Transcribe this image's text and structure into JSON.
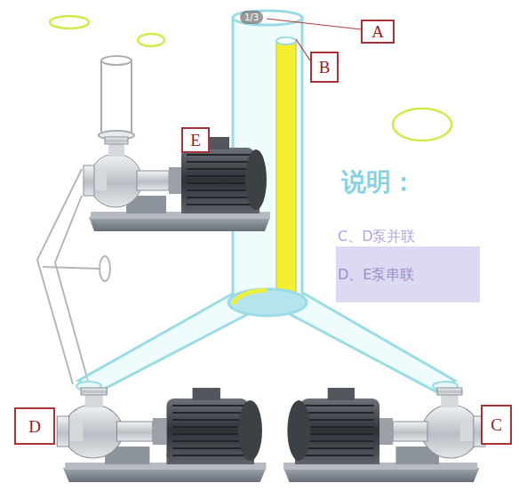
{
  "diagram": {
    "nodes": [
      {
        "text": [
          "A"
        ]
      },
      {
        "text": [
          "B"
        ]
      },
      {
        "text": [
          "E"
        ]
      },
      {
        "text": [
          "D"
        ]
      },
      {
        "text": [
          "C"
        ]
      }
    ],
    "labels": [
      "1/3",
      "说明：",
      "C、D泵并联",
      "D、E泵串联"
    ]
  }
}
